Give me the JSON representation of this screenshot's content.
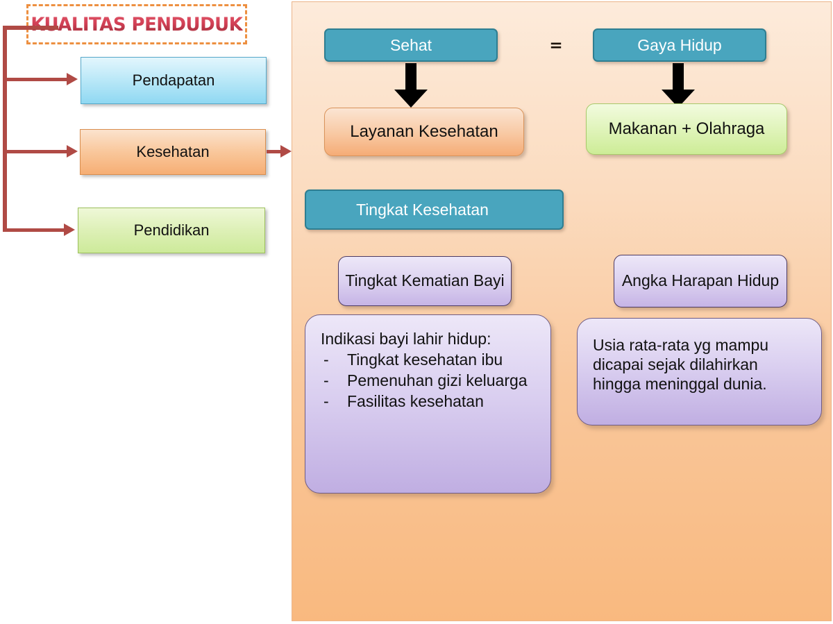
{
  "left_panel": {
    "title": "KUALITAS PENDUDUK",
    "categories": [
      {
        "label": "Pendapatan"
      },
      {
        "label": "Kesehatan"
      },
      {
        "label": "Pendidikan"
      }
    ]
  },
  "right_panel": {
    "equals_symbol": "=",
    "headers": [
      {
        "label": "Sehat"
      },
      {
        "label": "Gaya Hidup"
      }
    ],
    "results": [
      {
        "label": "Layanan Kesehatan"
      },
      {
        "label": "Makanan + Olahraga"
      }
    ],
    "section_header": "Tingkat Kesehatan",
    "indicators": [
      {
        "label": "Tingkat Kematian Bayi"
      },
      {
        "label": "Angka Harapan Hidup"
      }
    ],
    "details": {
      "infant_mortality": {
        "heading": "Indikasi bayi lahir hidup:",
        "bullets": [
          {
            "mark": "-",
            "text": "Tingkat kesehatan ibu"
          },
          {
            "mark": "-",
            "text": "Pemenuhan gizi keluarga"
          },
          {
            "mark": "-",
            "text": "Fasilitas kesehatan"
          }
        ]
      },
      "life_expectancy": {
        "text": "Usia rata-rata yg mampu dicapai sejak dilahirkan hingga meninggal dunia."
      }
    }
  },
  "colors": {
    "title_red": "#D9455F",
    "title_border_orange": "#ED9041",
    "connector_red": "#B04A45",
    "teal": "#49A5BE",
    "teal_border": "#2E7E91",
    "panel_orange": "#F9B97F",
    "purple": "#C6B4E6",
    "blue_box": "#8FD8F2",
    "green_box": "#CDEA9A",
    "orange_box": "#F6AE74",
    "arrow_black": "#000000"
  }
}
